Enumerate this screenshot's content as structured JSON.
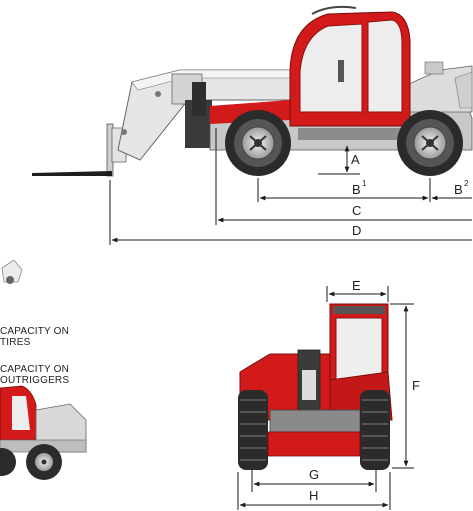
{
  "legend": {
    "tires": [
      "CAPACITY ON",
      "TIRES"
    ],
    "outriggers": [
      "CAPACITY ON",
      "OUTRIGGERS"
    ]
  },
  "dimensions": {
    "A": "A",
    "B1": "B",
    "B1_sup": "1",
    "B2": "B",
    "B2_sup": "2",
    "C": "C",
    "D": "D",
    "E": "E",
    "F": "F",
    "G": "G",
    "H": "H"
  },
  "colors": {
    "body_red": "#d21a1a",
    "dark_red": "#8e0f10",
    "boom_grey": "#d9d9d9",
    "tire": "#2b2b2b",
    "line": "#1a1a1a"
  }
}
